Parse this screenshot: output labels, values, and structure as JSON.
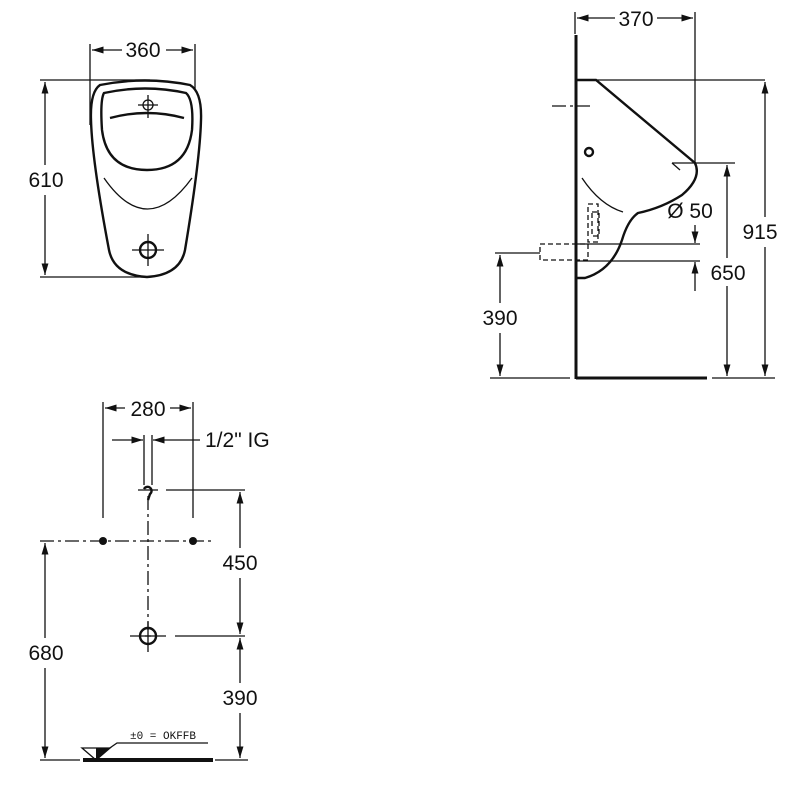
{
  "front_view": {
    "width_label": "360",
    "height_label": "610"
  },
  "side_view": {
    "depth_label": "370",
    "total_height_label": "915",
    "rim_height_label": "650",
    "outlet_diameter_label": "Ø 50",
    "outlet_height_label": "390"
  },
  "installation_view": {
    "fixing_spacing_label": "280",
    "inlet_thread_label": "1/2\" IG",
    "inlet_to_outlet_label": "450",
    "outlet_height_label": "390",
    "fixing_height_label": "680",
    "floor_reference_label": "±0 = OKFFB"
  }
}
